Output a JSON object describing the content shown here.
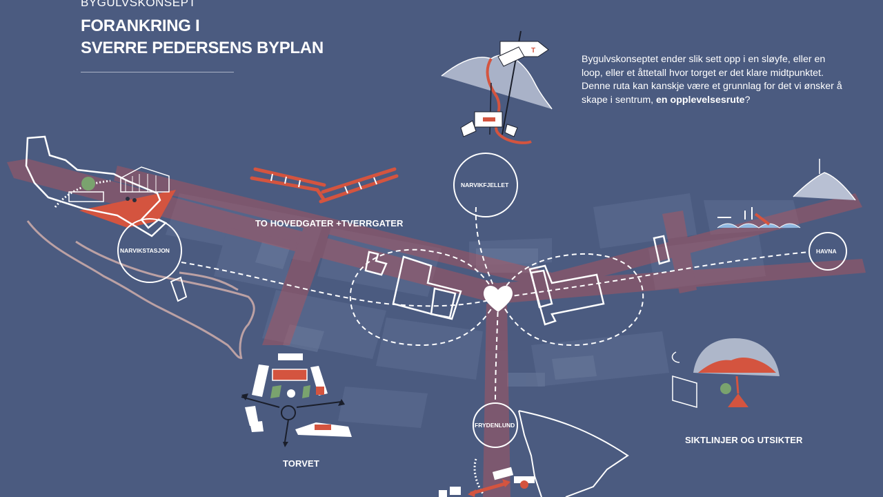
{
  "header": {
    "kicker": "BYGULVSKONSEPT",
    "title_line1": "FORANKRING I",
    "title_line2": "SVERRE PEDERSENS BYPLAN"
  },
  "intro": {
    "text_plain": "Bygulvskonseptet ender slik sett opp i en sløyfe, eller en loop, eller et åttetall hvor torget er det klare midtpunktet. Denne ruta kan kanskje være et grunnlag for det vi ønsker å skape i sentrum, ",
    "text_bold": "en opplevelsesrute",
    "text_end": "?"
  },
  "labels": {
    "hovedgater": "TO HOVEDGATER +TVERRGATER",
    "torvet": "TORVET",
    "siktlinjer": "SIKTLINJER OG UTSIKTER"
  },
  "nodes": {
    "narvikstasjon": "NARVIKSTASJON",
    "narvikfjellet": "NARVIKFJELLET",
    "havna": "HAVNA",
    "frydenlund": "FRYDENLUND"
  },
  "colors": {
    "background": "#4b5b80",
    "accent_red": "#d4543f",
    "line_white": "#ffffff"
  },
  "icons": {
    "center": "heart-icon",
    "signpost": "signpost-icon"
  }
}
